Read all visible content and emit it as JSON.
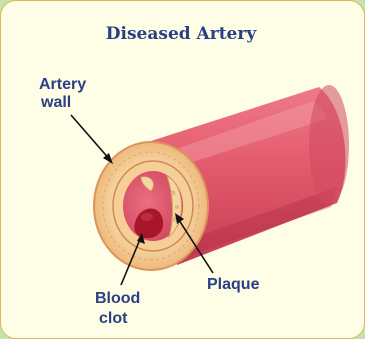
{
  "title": "Diseased Artery",
  "labels": {
    "artery_wall_line1": "Artery",
    "artery_wall_line2": "wall",
    "blood_clot_line1": "Blood",
    "blood_clot_line2": "clot",
    "plaque": "Plaque"
  },
  "colors": {
    "card_background": "#fefde6",
    "card_border": "#dcb85a",
    "outer_background": "#c5e3ae",
    "text": "#2a3f84",
    "artery_body": "#e45a6e",
    "artery_wall": "#f4c98c",
    "blood_clot": "#a8162a"
  }
}
